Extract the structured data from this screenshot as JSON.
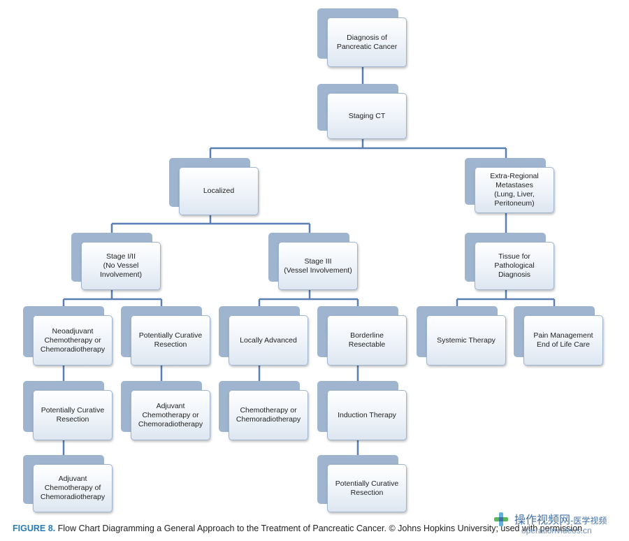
{
  "nodes": {
    "diagnosis": "Diagnosis of\nPancreatic Cancer",
    "staging": "Staging CT",
    "localized": "Localized",
    "metastases": "Extra-Regional\nMetastases\n(Lung, Liver,\nPeritoneum)",
    "stage12": "Stage I/II\n(No Vessel\nInvolvement)",
    "stage3": "Stage III\n(Vessel Involvement)",
    "tissue": "Tissue for\nPathological\nDiagnosis",
    "neoadjuvant": "Neoadjuvant\nChemotherapy or\nChemoradiotherapy",
    "curative1": "Potentially Curative\nResection",
    "locally_advanced": "Locally Advanced",
    "borderline": "Borderline\nResectable",
    "systemic": "Systemic Therapy",
    "pain": "Pain Management\nEnd of Life Care",
    "curative2": "Potentially Curative\nResection",
    "adjuvant1": "Adjuvant\nChemotherapy or\nChemoradiotherapy",
    "chemo": "Chemotherapy or\nChemoradiotherapy",
    "induction": "Induction Therapy",
    "adjuvant2": "Adjuvant\nChemotherapy of\nChemoradiotherapy",
    "curative3": "Potentially Curative\nResection"
  },
  "caption": {
    "label": "FIGURE 8.",
    "text": " Flow Chart Diagramming a General Approach to the Treatment of Pancreatic Cancer. © Johns Hopkins University; used with permission."
  },
  "watermark": {
    "cn_main": "操作视频网",
    "cn_sub": "-医学视频",
    "url": "operationvideos.cn"
  }
}
